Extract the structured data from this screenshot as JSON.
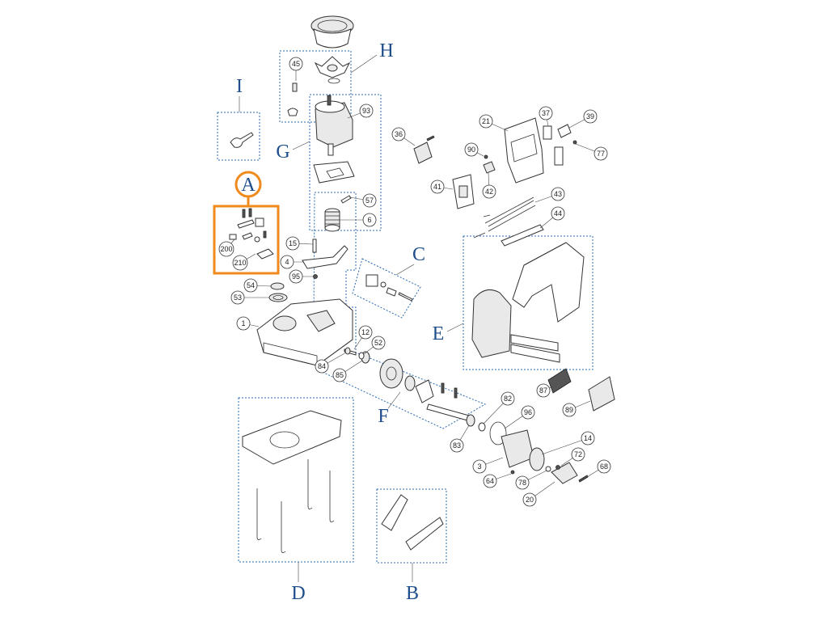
{
  "diagram": {
    "accent_color": "#f08a1c",
    "group_label_color": "#1f4e8c",
    "highlighted_group": "A",
    "groups": [
      "A",
      "B",
      "C",
      "D",
      "E",
      "F",
      "G",
      "H",
      "I"
    ],
    "callouts": [
      "45",
      "93",
      "36",
      "21",
      "37",
      "39",
      "77",
      "90",
      "42",
      "41",
      "43",
      "44",
      "57",
      "6",
      "15",
      "4",
      "95",
      "200",
      "210",
      "54",
      "53",
      "1",
      "12",
      "52",
      "84",
      "85",
      "82",
      "96",
      "83",
      "3",
      "64",
      "14",
      "72",
      "68",
      "78",
      "20",
      "87",
      "89"
    ]
  }
}
